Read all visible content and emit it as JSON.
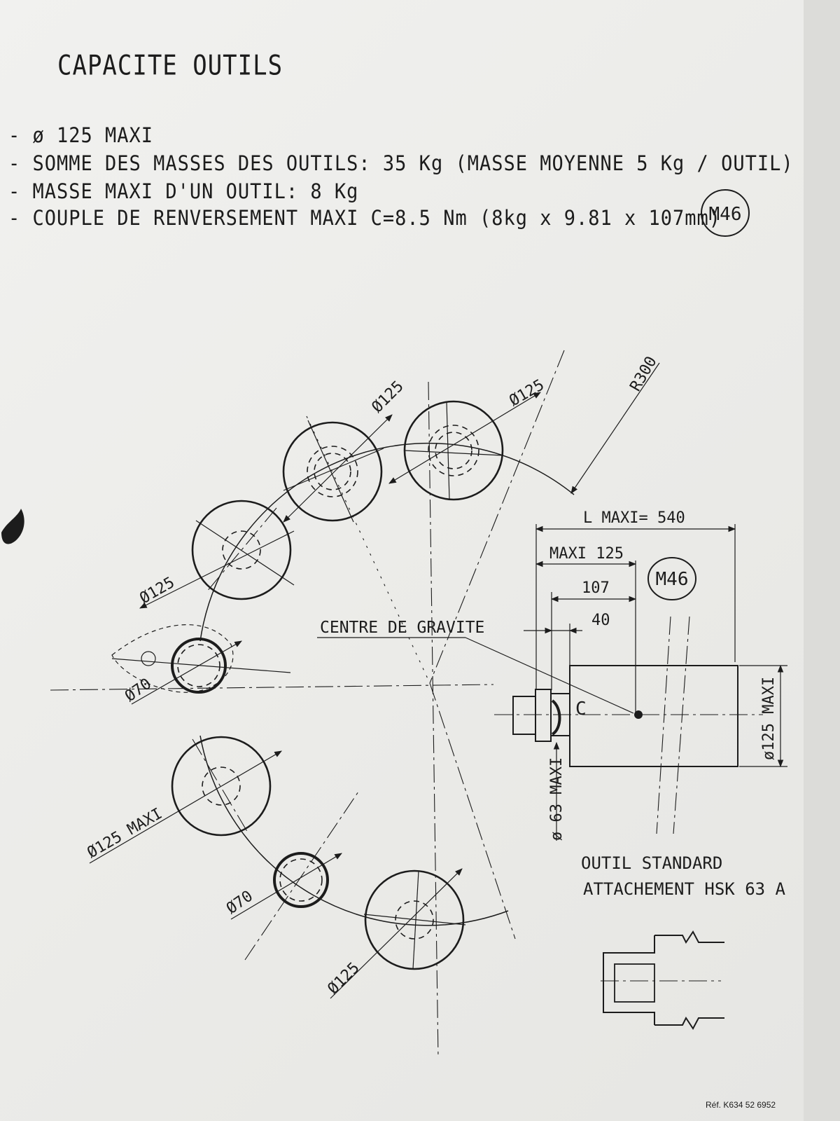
{
  "title": "CAPACITE OUTILS",
  "specs": [
    "- ø 125 MAXI",
    "- SOMME DES MASSES DES OUTILS: 35 Kg (MASSE MOYENNE 5 Kg / OUTIL)",
    "- MASSE MAXI D'UN OUTIL: 8 Kg",
    "- COUPLE DE RENVERSEMENT MAXI C=8.5 Nm (8kg x 9.81 x 107mm)"
  ],
  "badge": "M46",
  "magazine": {
    "radius_label": "R300",
    "center_label": "CENTRE DE GRAVITE",
    "tool_labels": [
      "Ø125",
      "Ø125",
      "Ø125",
      "Ø70",
      "Ø125 MAXI",
      "Ø70",
      "Ø125"
    ]
  },
  "tool": {
    "l_maxi": "L MAXI= 540",
    "maxi_125": "MAXI 125",
    "dim_107": "107",
    "dim_40": "40",
    "c_label": "C",
    "dia_label": "ø125 MAXI",
    "shank_label": "ø 63 MAXI",
    "badge": "M46",
    "caption_1": "OUTIL STANDARD",
    "caption_2": "ATTACHEMENT HSK 63 A"
  },
  "reference": "Réf. K634 52 6952"
}
